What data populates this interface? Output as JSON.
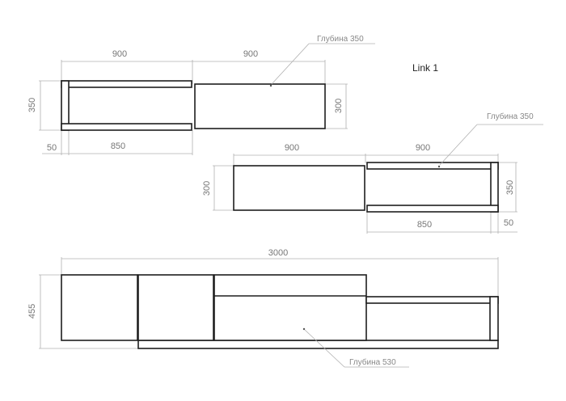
{
  "title": "Link 1",
  "module_a": {
    "top_dims": [
      "900",
      "900"
    ],
    "bottom_dims": [
      "50",
      "850"
    ],
    "left_dim": "350",
    "right_dim": "300",
    "depth_note": "Глубина 350"
  },
  "module_b": {
    "top_dims": [
      "900",
      "900"
    ],
    "bottom_dims": [
      "850",
      "50"
    ],
    "left_dim": "300",
    "right_dim": "350",
    "depth_note": "Глубина 350"
  },
  "module_c": {
    "top_dim": "3000",
    "left_dim": "455",
    "depth_note": "Глубина 530"
  },
  "colors": {
    "line": "#1e1e1e",
    "dimension": "#b0b0b0",
    "text": "#777777"
  }
}
